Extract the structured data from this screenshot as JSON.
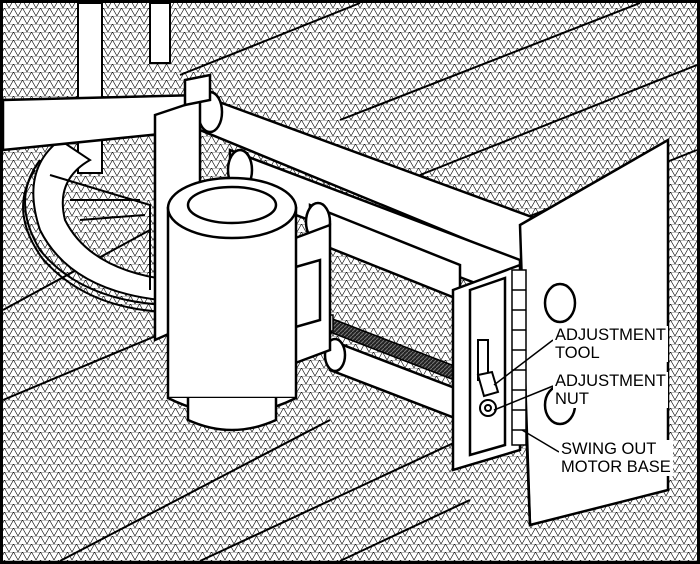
{
  "labels": {
    "adjustment_tool": [
      "ADJUSTMENT",
      "TOOL"
    ],
    "adjustment_nut": [
      "ADJUSTMENT",
      "NUT"
    ],
    "swing_out_motor_base": [
      "SWING OUT",
      "MOTOR BASE"
    ]
  },
  "colors": {
    "ink": "#000000",
    "paper": "#ffffff",
    "screen": "#d9d9d9"
  }
}
